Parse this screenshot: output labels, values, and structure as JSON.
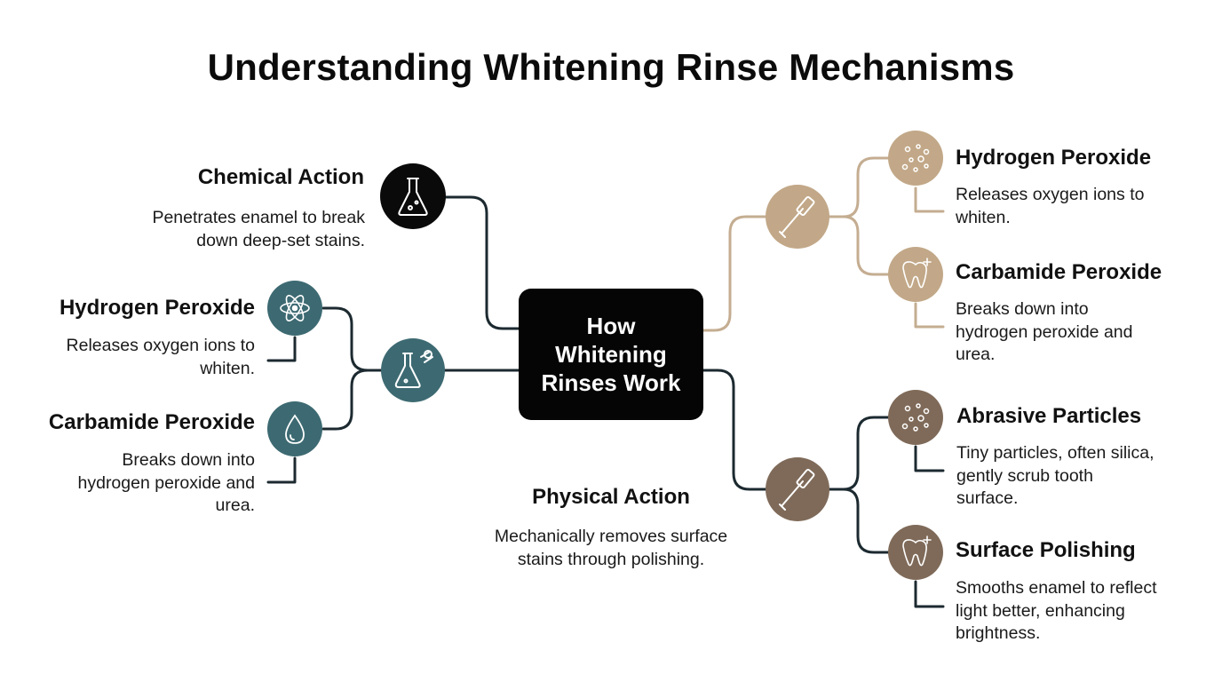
{
  "title": "Understanding Whitening Rinse Mechanisms",
  "center": {
    "lines": [
      "How",
      "Whitening",
      "Rinses Work"
    ]
  },
  "chemical_action": {
    "heading": "Chemical Action",
    "description": [
      "Penetrates enamel to break",
      "down deep-set stains."
    ],
    "icon": "flask-icon"
  },
  "left_branch": {
    "hub_icon": "lab-beaker-icon",
    "items": [
      {
        "heading": "Hydrogen Peroxide",
        "description": [
          "Releases oxygen ions to",
          "whiten."
        ],
        "icon": "atom-icon"
      },
      {
        "heading": "Carbamide Peroxide",
        "description": [
          "Breaks down into",
          "hydrogen peroxide and",
          "urea."
        ],
        "icon": "droplet-icon"
      }
    ]
  },
  "physical_action": {
    "heading": "Physical Action",
    "description": [
      "Mechanically removes surface",
      "stains through polishing."
    ]
  },
  "right_top_branch": {
    "hub_icon": "toothbrush-icon",
    "items": [
      {
        "heading": "Hydrogen Peroxide",
        "description": [
          "Releases oxygen ions to",
          "whiten."
        ],
        "icon": "bubbles-icon"
      },
      {
        "heading": "Carbamide Peroxide",
        "description": [
          "Breaks down into",
          "hydrogen peroxide and",
          "urea."
        ],
        "icon": "sparkle-tooth-icon"
      }
    ]
  },
  "right_bottom_branch": {
    "hub_icon": "toothbrush-icon",
    "items": [
      {
        "heading": "Abrasive Particles",
        "description": [
          "Tiny particles, often silica,",
          "gently scrub tooth",
          "surface."
        ],
        "icon": "particles-icon"
      },
      {
        "heading": "Surface Polishing",
        "description": [
          "Smooths enamel to reflect",
          "light better, enhancing",
          "brightness."
        ],
        "icon": "sparkle-tooth-icon"
      }
    ]
  },
  "colors": {
    "chemical_node": "#0a0a0a",
    "teal": "#3d6a72",
    "tan": "#c2a888",
    "brown": "#7f6a59",
    "line_dark": "#1c2a30",
    "line_tan": "#c4ad91"
  }
}
